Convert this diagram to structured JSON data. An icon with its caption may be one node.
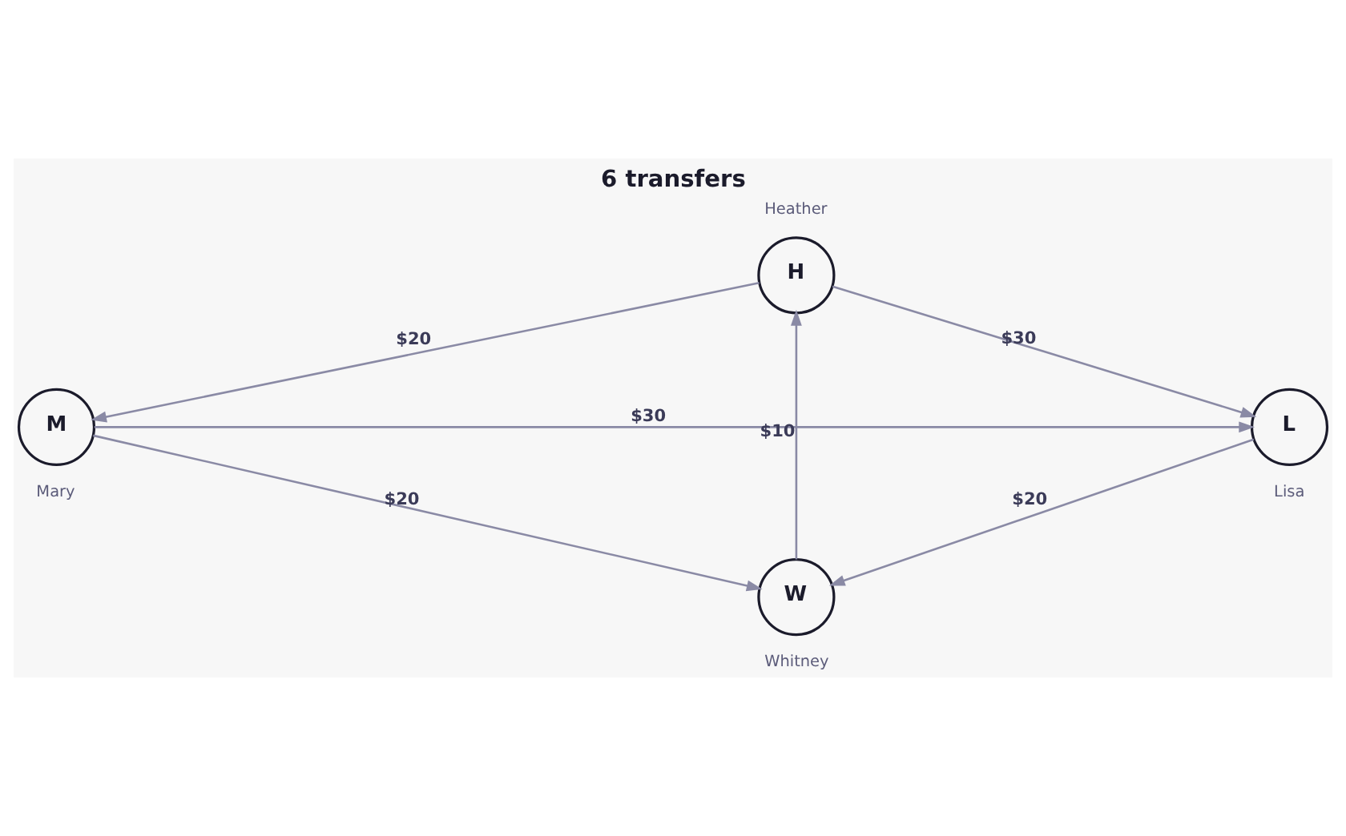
{
  "diagram": {
    "title": "6 transfers",
    "nodes": [
      {
        "text": [
          "H"
        ],
        "beside": [
          "Heather"
        ]
      },
      {
        "text": [
          "M"
        ],
        "beside": [
          "Mary"
        ]
      },
      {
        "text": [
          "L"
        ],
        "beside": [
          "Lisa"
        ]
      },
      {
        "text": [
          "W"
        ],
        "beside": [
          "Whitney"
        ]
      }
    ],
    "edges": [
      {
        "from": 0,
        "to": 1,
        "arrow": "to",
        "label": "$20"
      },
      {
        "from": 0,
        "to": 2,
        "arrow": "to",
        "label": "$30"
      },
      {
        "from": 3,
        "to": 0,
        "arrow": "to",
        "label": "$10"
      },
      {
        "from": 1,
        "to": 2,
        "arrow": "to",
        "label": "$30"
      },
      {
        "from": 1,
        "to": 3,
        "arrow": "to",
        "label": "$20"
      },
      {
        "from": 2,
        "to": 3,
        "arrow": "to",
        "label": "$20"
      }
    ]
  }
}
